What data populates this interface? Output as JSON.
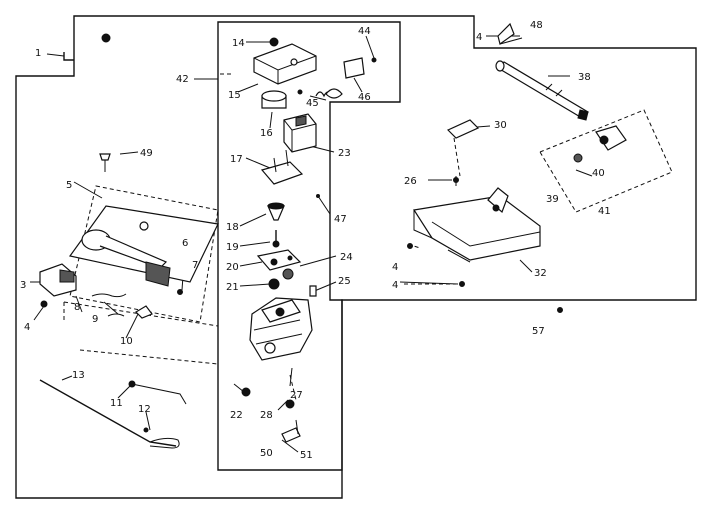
{
  "diagram": {
    "ink_color": "#111111",
    "background_color": "#ffffff",
    "callouts": [
      {
        "id": "c1",
        "text": "1"
      },
      {
        "id": "c42",
        "text": "42"
      },
      {
        "id": "c14",
        "text": "14"
      },
      {
        "id": "c15",
        "text": "15"
      },
      {
        "id": "c16",
        "text": "16"
      },
      {
        "id": "c44",
        "text": "44"
      },
      {
        "id": "c45",
        "text": "45"
      },
      {
        "id": "c46",
        "text": "46"
      },
      {
        "id": "c23",
        "text": "23"
      },
      {
        "id": "c17",
        "text": "17"
      },
      {
        "id": "c18",
        "text": "18"
      },
      {
        "id": "c47",
        "text": "47"
      },
      {
        "id": "c19",
        "text": "19"
      },
      {
        "id": "c20",
        "text": "20"
      },
      {
        "id": "c24",
        "text": "24"
      },
      {
        "id": "c21",
        "text": "21"
      },
      {
        "id": "c25",
        "text": "25"
      },
      {
        "id": "c27",
        "text": "27"
      },
      {
        "id": "c22",
        "text": "22"
      },
      {
        "id": "c28",
        "text": "28"
      },
      {
        "id": "c50",
        "text": "50"
      },
      {
        "id": "c51",
        "text": "51"
      },
      {
        "id": "c49",
        "text": "49"
      },
      {
        "id": "c5",
        "text": "5"
      },
      {
        "id": "c6",
        "text": "6"
      },
      {
        "id": "c7",
        "text": "7"
      },
      {
        "id": "c3",
        "text": "3"
      },
      {
        "id": "c4a",
        "text": "4"
      },
      {
        "id": "c8",
        "text": "8"
      },
      {
        "id": "c9",
        "text": "9"
      },
      {
        "id": "c10",
        "text": "10"
      },
      {
        "id": "c13",
        "text": "13"
      },
      {
        "id": "c11",
        "text": "11"
      },
      {
        "id": "c12",
        "text": "12"
      },
      {
        "id": "c4b",
        "text": "4"
      },
      {
        "id": "c48",
        "text": "48"
      },
      {
        "id": "c38",
        "text": "38"
      },
      {
        "id": "c30",
        "text": "30"
      },
      {
        "id": "c26",
        "text": "26"
      },
      {
        "id": "c40",
        "text": "40"
      },
      {
        "id": "c39",
        "text": "39"
      },
      {
        "id": "c41",
        "text": "41"
      },
      {
        "id": "c4c",
        "text": "4"
      },
      {
        "id": "c32",
        "text": "32"
      },
      {
        "id": "c4d",
        "text": "4"
      },
      {
        "id": "c57",
        "text": "57"
      }
    ]
  }
}
